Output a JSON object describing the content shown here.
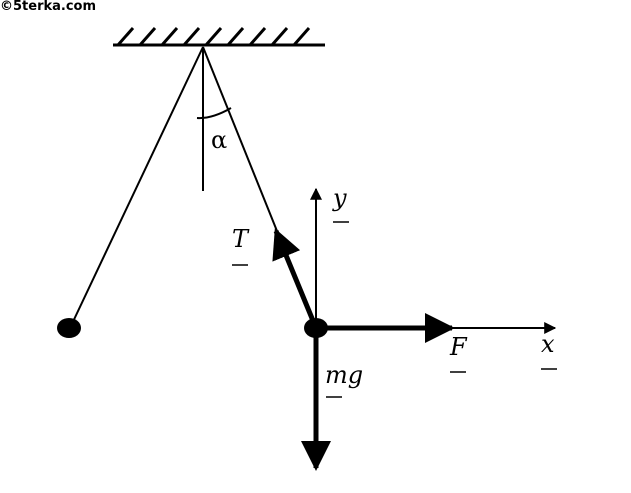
{
  "watermark": "©5terka.com",
  "labels": {
    "alpha": "α",
    "tension": "T",
    "gravity": "mg",
    "force": "F",
    "axis_x": "x",
    "axis_y": "y"
  },
  "colors": {
    "ink": "#000000",
    "background": "#ffffff"
  }
}
